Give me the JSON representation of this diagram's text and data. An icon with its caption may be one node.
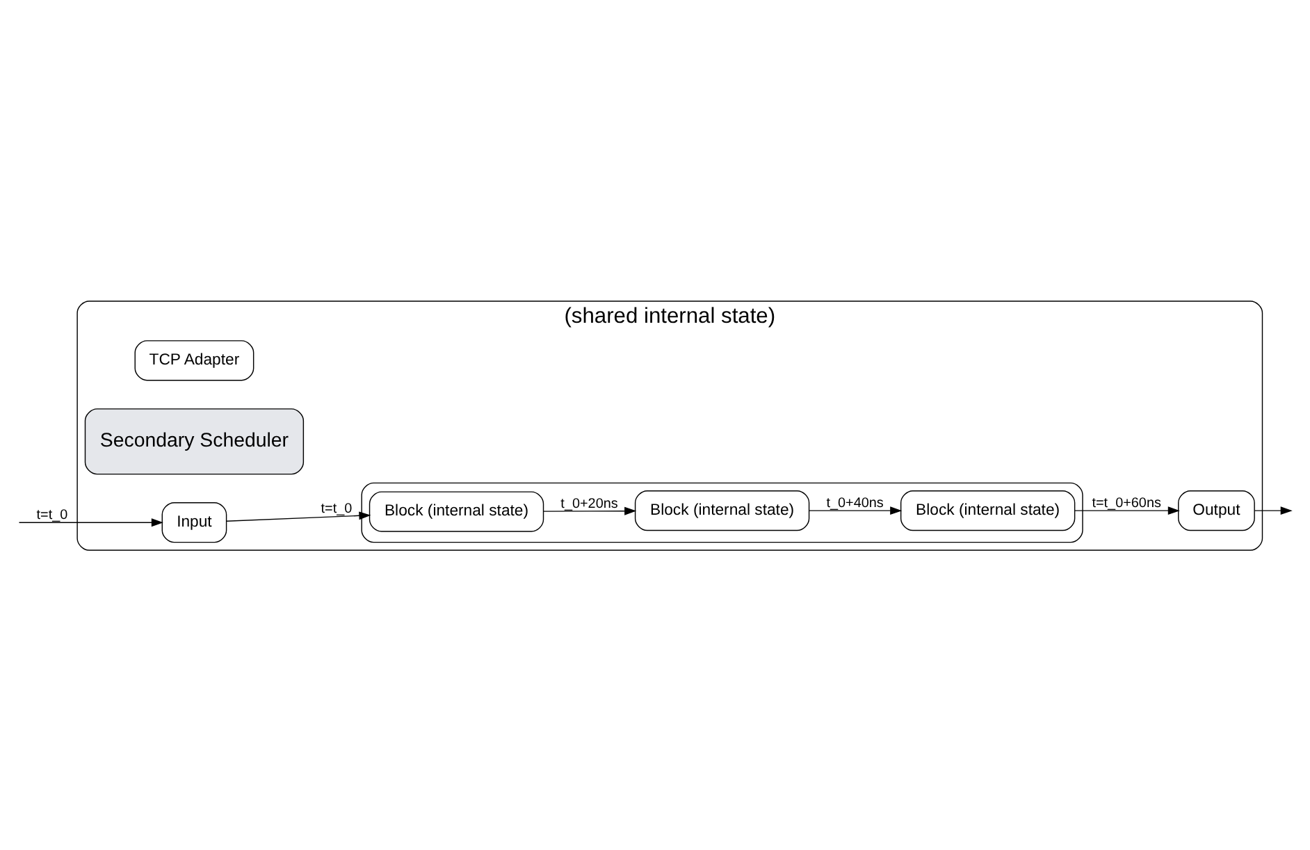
{
  "diagram": {
    "nodes": [
      {
        "text": [
          "(shared internal state)"
        ]
      },
      {
        "text": [
          "TCP Adapter"
        ],
        "in": 0
      },
      {
        "text": [],
        "shape": "box",
        "in": 0
      },
      {
        "text": [
          "Block (internal state)"
        ],
        "in": 2
      },
      {
        "text": [
          "Block (internal state)"
        ],
        "in": 2
      },
      {
        "text": [
          "Block (internal state)"
        ],
        "in": 2
      },
      {
        "text": [
          "Secondary Scheduler"
        ],
        "in": 0
      },
      {
        "text": [
          "Input"
        ],
        "in": 0
      },
      {
        "text": [
          "Output"
        ],
        "in": 0
      }
    ],
    "edges": [
      {
        "from": null,
        "to": 7,
        "arrow": "to",
        "label": "t=t_0"
      },
      {
        "from": 7,
        "to": 3,
        "arrow": "to",
        "label": "t=t_0"
      },
      {
        "from": 3,
        "to": 4,
        "arrow": "to",
        "label": "t_0+20ns"
      },
      {
        "from": 4,
        "to": 5,
        "arrow": "to",
        "label": "t_0+40ns"
      },
      {
        "from": 5,
        "to": 8,
        "arrow": "to",
        "label": "t=t_0+60ns"
      },
      {
        "from": 8,
        "to": null,
        "arrow": "to"
      }
    ]
  }
}
